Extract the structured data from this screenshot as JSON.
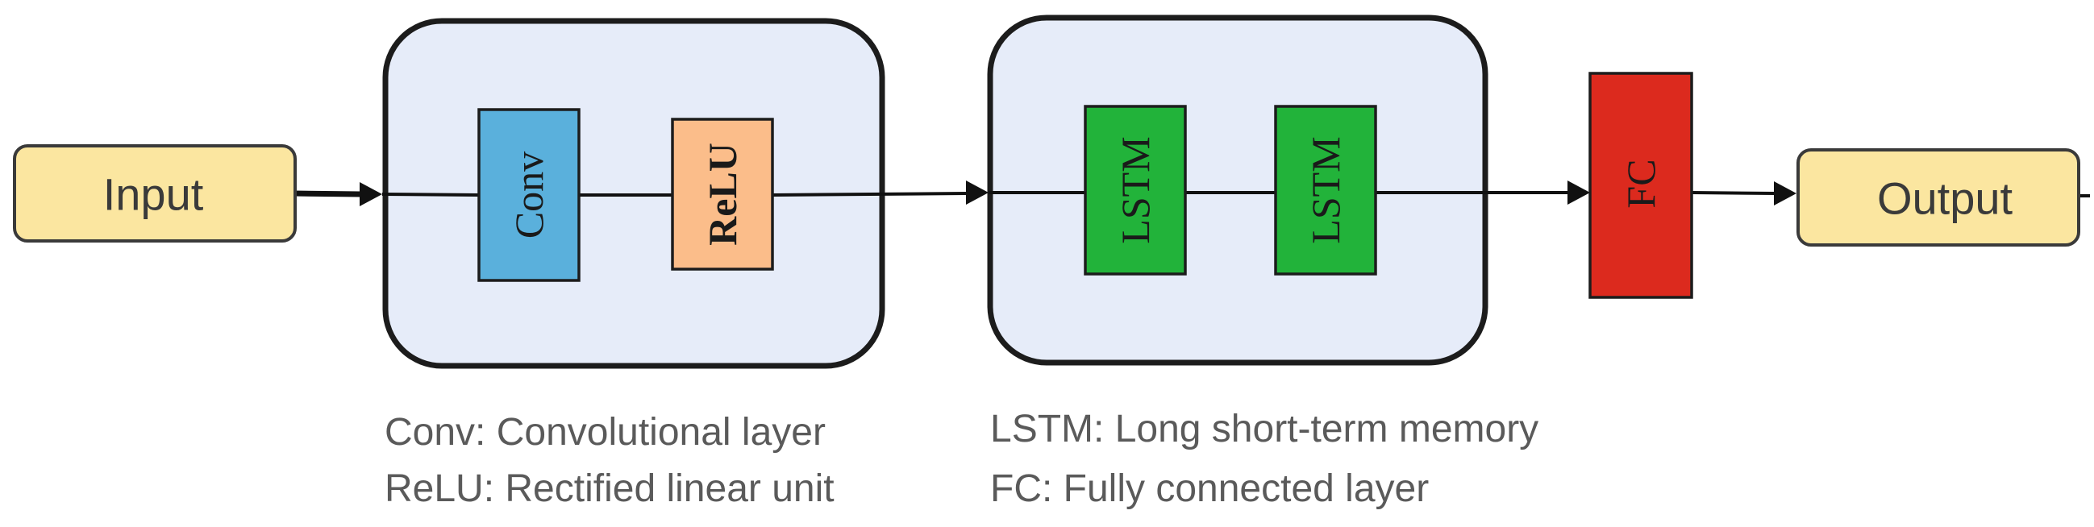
{
  "nodes": {
    "input": {
      "label": "Input"
    },
    "output": {
      "label": "Output"
    },
    "conv": {
      "label": "Conv",
      "color": "#5ab0dc"
    },
    "relu": {
      "label": "ReLU",
      "color": "#fbbd8a"
    },
    "lstm1": {
      "label": "LSTM",
      "color": "#22b33a"
    },
    "lstm2": {
      "label": "LSTM",
      "color": "#22b33a"
    },
    "fc": {
      "label": "FC",
      "color": "#dc2a1e"
    }
  },
  "legend": {
    "conv": "Conv: Convolutional layer",
    "relu": "ReLU: Rectified linear unit",
    "lstm": "LSTM: Long short-term memory",
    "fc": "FC: Fully connected layer"
  }
}
